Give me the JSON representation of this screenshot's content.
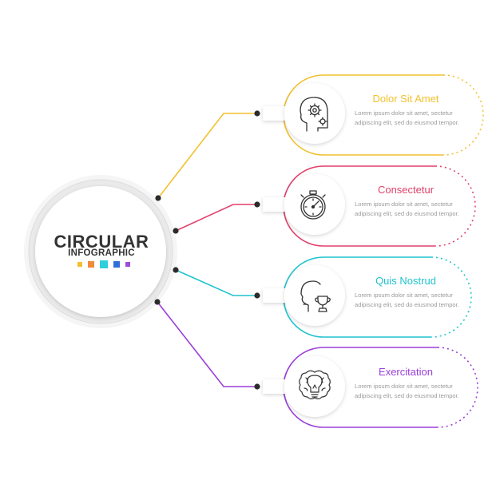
{
  "hub": {
    "title": "CIRCULAR",
    "subtitle": "INFOGRAPHIC",
    "swatch_colors": [
      "#F2C12E",
      "#F08A3C",
      "#2ECFD8",
      "#2E6FD9",
      "#9B4FD9"
    ]
  },
  "items": [
    {
      "title": "Dolor Sit Amet",
      "text": "Lorem ipsum dolor sit amet, sectetur adipiscing elit, sed do eiusmod tempor.",
      "color": "#F2C12E",
      "icon": "head-gear-icon"
    },
    {
      "title": "Consectetur",
      "text": "Lorem ipsum dolor sit amet, sectetur adipiscing elit, sed do eiusmod tempor.",
      "color": "#E0416B",
      "icon": "stopwatch-icon"
    },
    {
      "title": "Quis Nostrud",
      "text": "Lorem ipsum dolor sit amet, sectetur adipiscing elit, sed do eiusmod tempor.",
      "color": "#1FC3CE",
      "icon": "head-trophy-icon"
    },
    {
      "title": "Exercitation",
      "text": "Lorem ipsum dolor sit amet, sectetur adipiscing elit, sed do eiusmod tempor.",
      "color": "#9B3FD9",
      "icon": "brain-bulb-icon"
    }
  ]
}
